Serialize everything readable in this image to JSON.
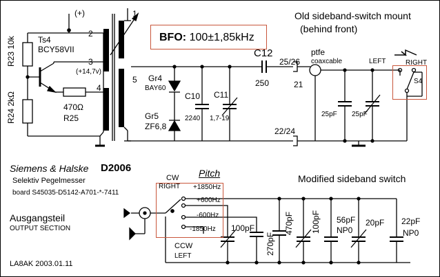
{
  "labels": {
    "plus": "(+)",
    "ts4": "Ts4",
    "bcy": "BCY58VII",
    "r23": "R23 10k",
    "r24": "R24 2kΩ",
    "pin2": "2",
    "pin3": "3",
    "pin4": "4",
    "pin1": "1",
    "pin5": "5",
    "volt": "(+14,7v)",
    "r_ohm": "470Ω",
    "r25": "R25",
    "bfo_label": "BFO:",
    "bfo_value": "100±1,85kHz",
    "gr4": "Gr4",
    "bay": "BAY60",
    "gr5": "Gr5",
    "zf": "ZF6,8",
    "c10": "C10",
    "c10v": "2240",
    "c11": "C11",
    "c11v": "1,7-19",
    "c12": "C12",
    "c12v": "250",
    "n2526": "25/26",
    "n21": "21",
    "ptfe": "ptfe",
    "coax": "coaxcable",
    "n2224": "22/24",
    "cap25a": "25pF",
    "cap25b": "25pF",
    "left": "LEFT",
    "right": "RIGHT",
    "s4": "S4",
    "old_title": "Old sideband-switch mount",
    "old_sub": "(behind front)",
    "siemens": "Siemens & Halske",
    "d2006": "D2006",
    "selektiv": "Selektiv Pegelmesser",
    "board": "board S45035-D5142-A701-*-7411",
    "ausgang": "Ausgangsteil",
    "output": "OUTPUT SECTION",
    "cw": "CW",
    "cw_right": "RIGHT",
    "pitch": "Pitch",
    "f1": "+1850Hz",
    "f2": "+600Hz",
    "f3": "-600Hz",
    "f4": "-1850Hz",
    "ccw": "CCW",
    "ccw_left": "LEFT",
    "m100a": "100pF",
    "m270": "270pF",
    "m470": "470pF",
    "m100b": "100pF",
    "m56": "56pF",
    "np0a": "NP0",
    "m20": "20pF",
    "m22": "22pF",
    "np0b": "NP0",
    "modified": "Modified sideband switch",
    "la8ak": "LA8AK 2003.01.11"
  }
}
